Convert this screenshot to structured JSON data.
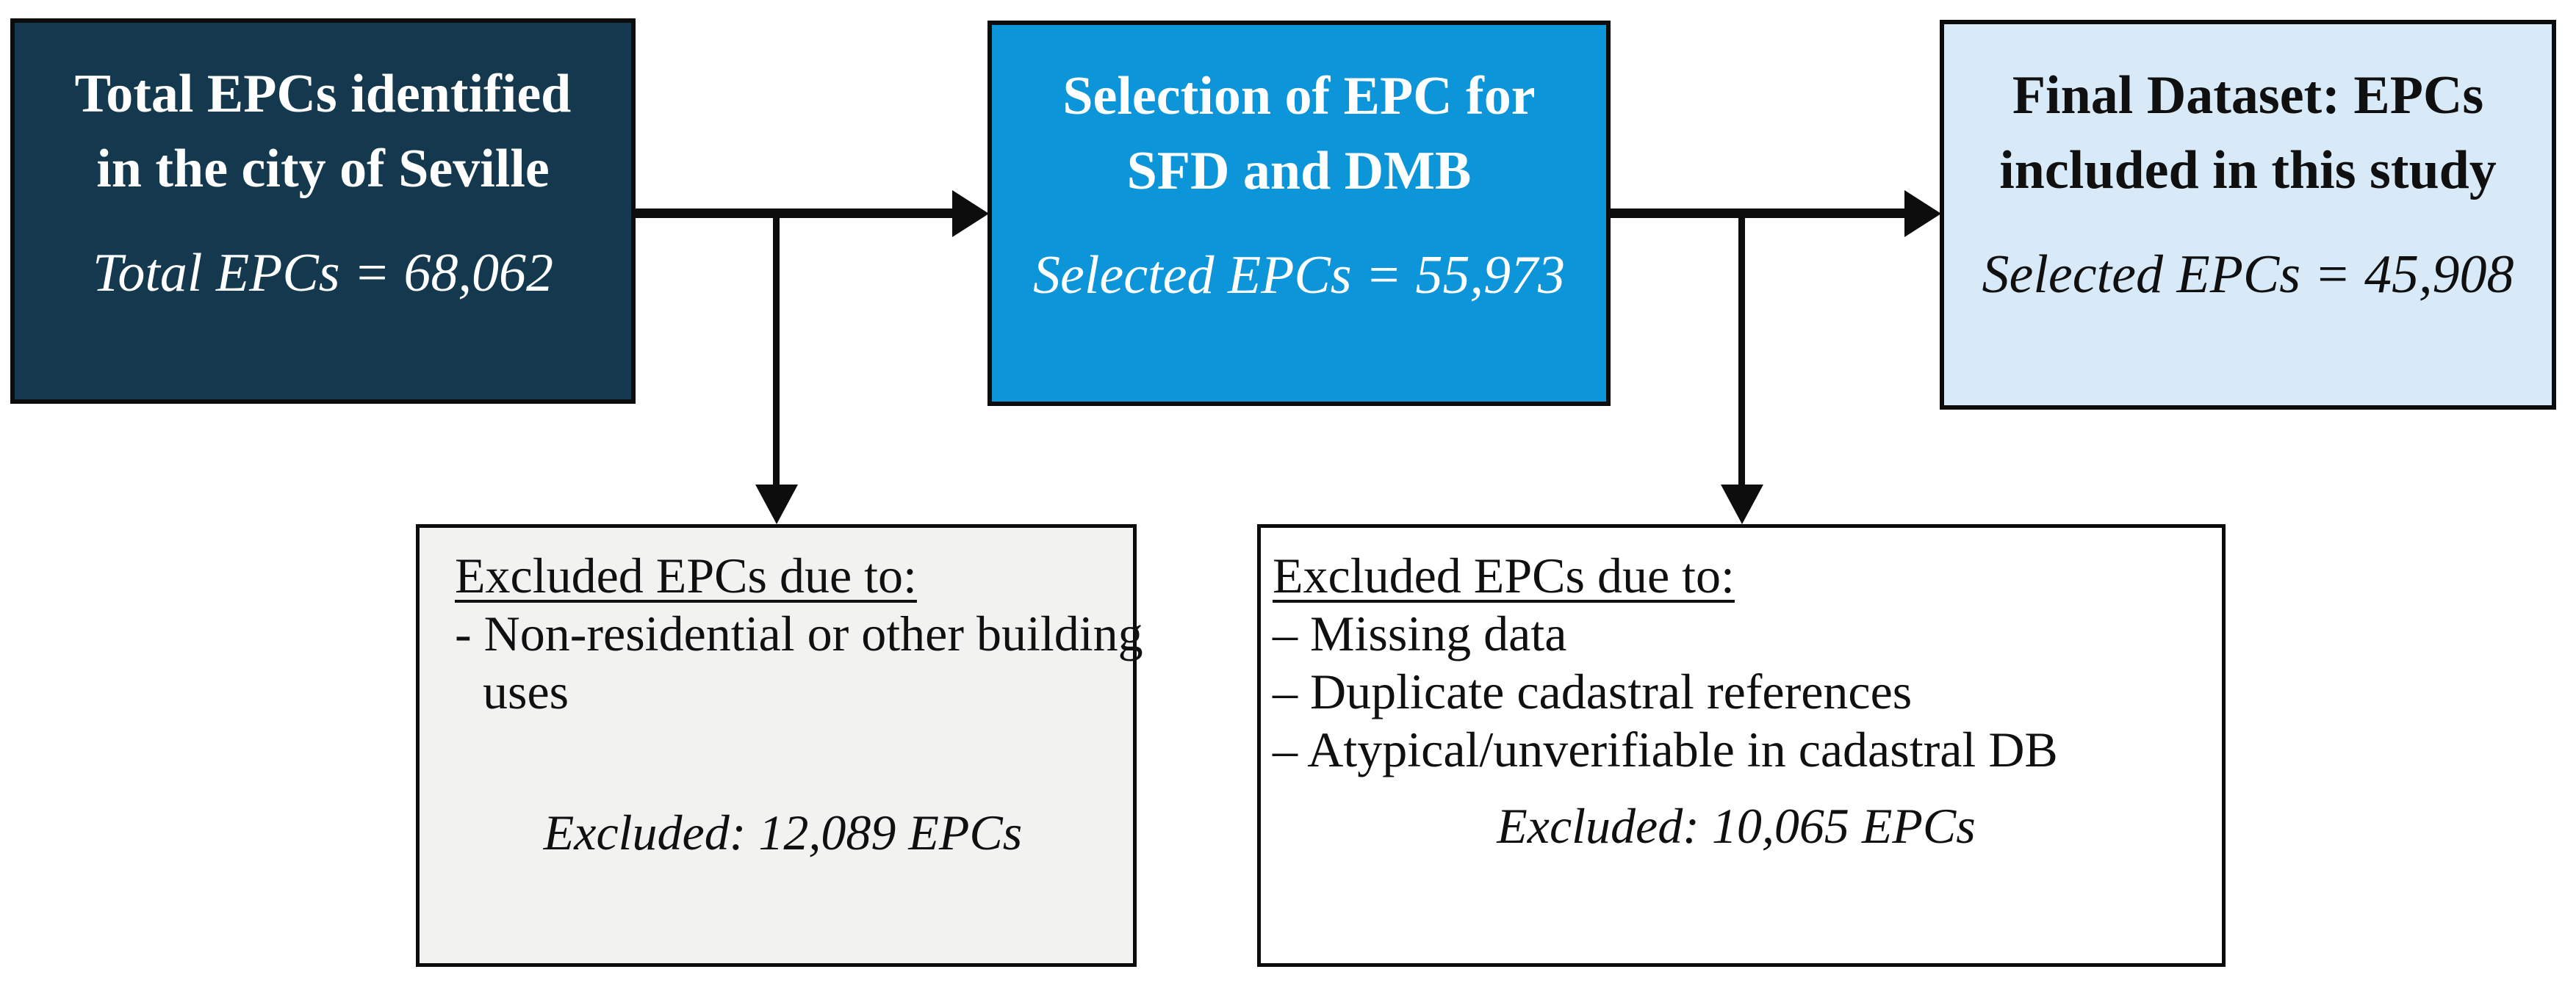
{
  "figure": {
    "description": "EPC dataset selection flowchart",
    "colors": {
      "dark_navy_box": "#14384e",
      "azure_box": "#0d95d9",
      "light_blue_box": "#d8e9f8",
      "gray_box": "#f2f2f1",
      "white_box": "#ffffff",
      "border_and_arrows": "#0c0c0c",
      "light_text": "#ffffff",
      "dark_text": "#101010"
    }
  },
  "boxes": {
    "total": {
      "title_line1": "Total EPCs identified",
      "title_line2": "in the city of Seville",
      "stat": "Total EPCs = 68,062"
    },
    "selection": {
      "title_line1": "Selection of EPC for",
      "title_line2": "SFD and DMB",
      "stat": "Selected EPCs = 55,973"
    },
    "final": {
      "title_line1": "Final Dataset: EPCs",
      "title_line2": "included in this study",
      "stat": "Selected EPCs = 45,908"
    },
    "excluded1": {
      "heading": "Excluded EPCs due to:",
      "items": [
        "- Non-residential or other building uses"
      ],
      "stat": "Excluded: 12,089 EPCs"
    },
    "excluded2": {
      "heading": "Excluded EPCs due to:",
      "items": [
        "– Missing data",
        "– Duplicate cadastral references",
        "– Atypical/unverifiable in cadastral DB"
      ],
      "stat": "Excluded: 10,065 EPCs"
    }
  }
}
